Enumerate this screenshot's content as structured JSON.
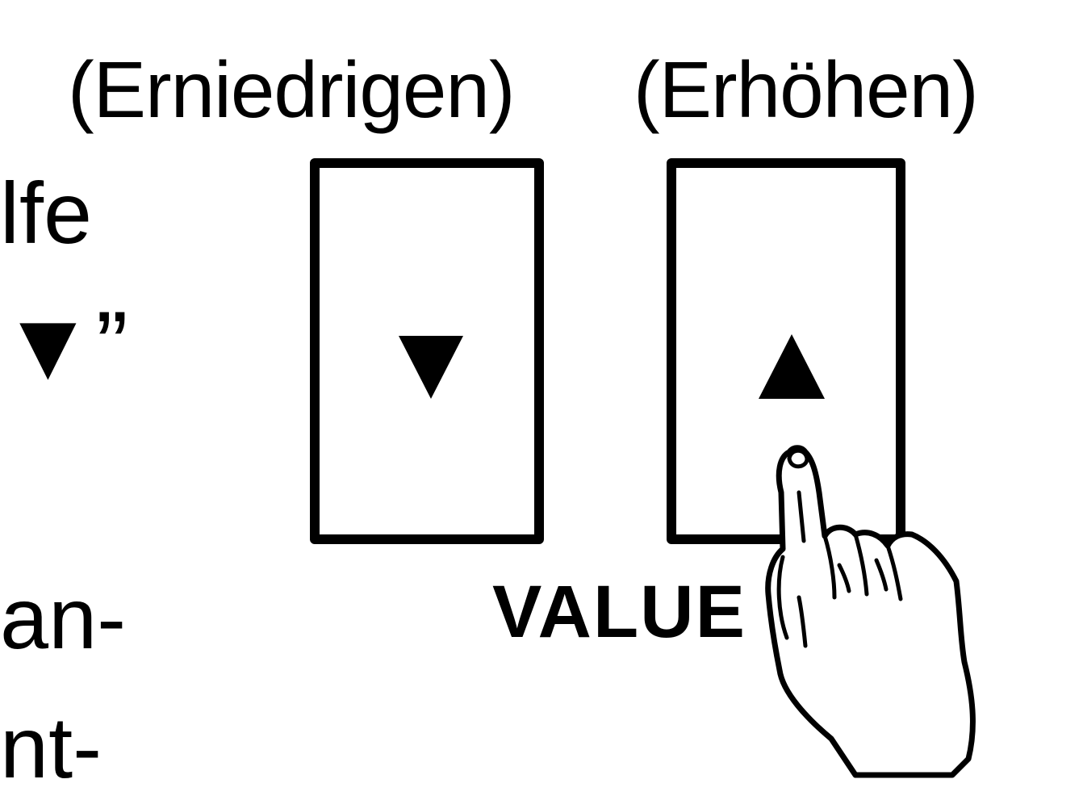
{
  "labels": {
    "decrease": "(Erniedrigen)",
    "increase": "(Erhöhen)"
  },
  "side_text": {
    "line1": "lfe",
    "line2": "▼”",
    "line3": "an-",
    "line4": "nt-"
  },
  "keys": {
    "down_icon": "down-triangle-icon",
    "up_icon": "up-triangle-icon",
    "value_label": "VALUE"
  },
  "illustration": {
    "hand_icon": "pointing-hand-icon"
  }
}
